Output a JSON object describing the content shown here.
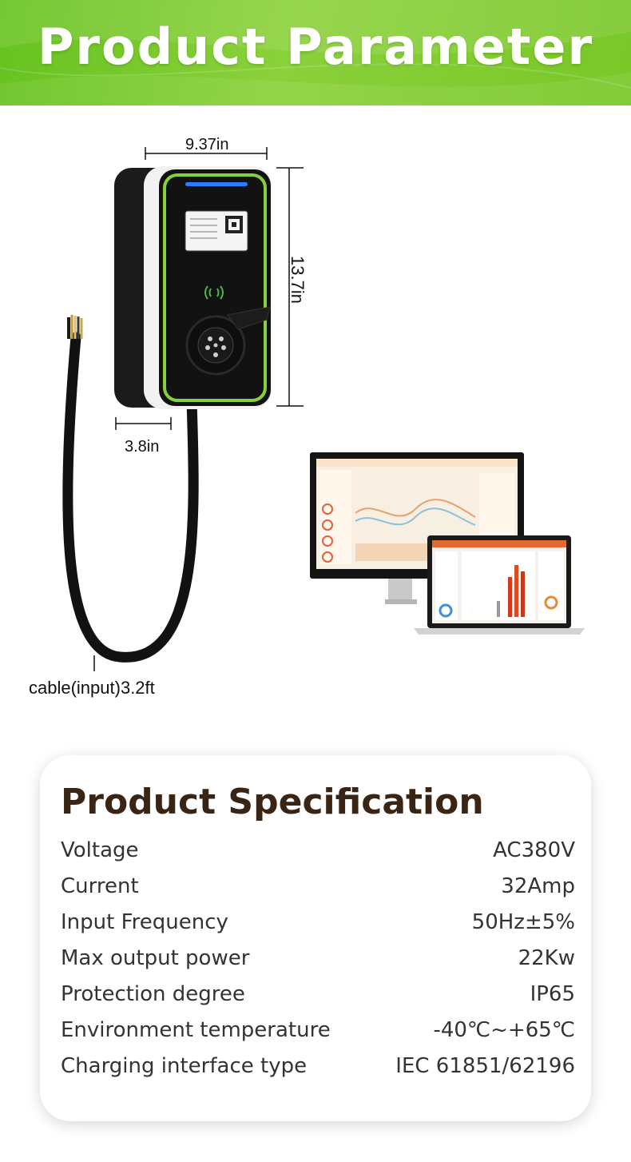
{
  "banner": {
    "title": "Product Parameter"
  },
  "dimensions": {
    "width": "9.37in",
    "height": "13.7in",
    "depth": "3.8in",
    "cable": "cable(input)3.2ft"
  },
  "spec": {
    "title": "Product Specification",
    "rows": [
      {
        "label": "Voltage",
        "value": "AC380V"
      },
      {
        "label": "Current",
        "value": "32Amp"
      },
      {
        "label": "Input Frequency",
        "value": "50Hz±5%"
      },
      {
        "label": "Max output power",
        "value": "22Kw"
      },
      {
        "label": "Protection degree",
        "value": "IP65"
      },
      {
        "label": "Environment temperature",
        "value": "-40℃~+65℃"
      },
      {
        "label": "Charging interface type",
        "value": "IEC 61851/62196"
      }
    ]
  },
  "colors": {
    "accent": "#7ccb2e",
    "title_brown": "#3a2514",
    "device_black": "#151515"
  }
}
